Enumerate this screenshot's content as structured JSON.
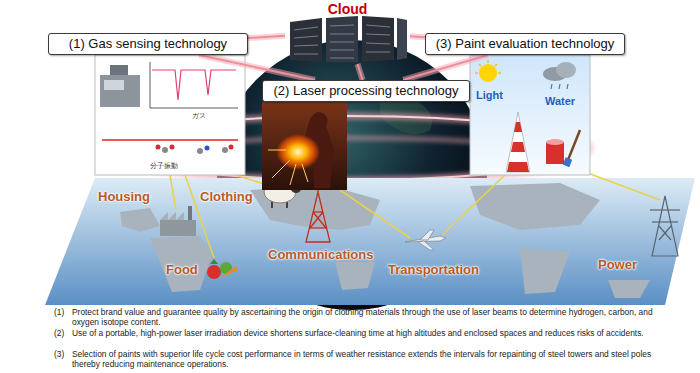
{
  "diagram": {
    "nodes": [
      {
        "text": [
          "Cloud"
        ]
      },
      {
        "text": [
          "(1) Gas sensing technology"
        ]
      },
      {
        "text": [
          "(2) Laser processing technology"
        ]
      },
      {
        "text": [
          "(3) Paint evaluation technology"
        ]
      }
    ],
    "edges": [
      {
        "from": 0,
        "to": 1,
        "arrow": "none"
      },
      {
        "from": 0,
        "to": 2,
        "arrow": "none"
      },
      {
        "from": 0,
        "to": 3,
        "arrow": "none"
      },
      {
        "from": 1,
        "to": 2,
        "arrow": "none"
      },
      {
        "from": 2,
        "to": 3,
        "arrow": "none"
      }
    ],
    "labels": [
      "ガス",
      "分子振動",
      "Light",
      "Water",
      "Housing",
      "Clothing",
      "Communications",
      "Transportation",
      "Food",
      "Power",
      "(1)",
      "Protect brand value and guarantee quality by ascertaining the origin of clothing materials through the use of laser beams to determine hydrogen, carbon, and oxygen isotope content.",
      "(2)",
      "Use of a portable, high-power laser irradiation device shortens surface-cleaning time at high altitudes and enclosed spaces and reduces risks of accidents.",
      "(3)",
      "Selection of paints with superior life cycle cost performance in terms of weather resistance extends the intervals for repainting of steel towers and steel poles thereby reducing maintenance operations."
    ]
  }
}
